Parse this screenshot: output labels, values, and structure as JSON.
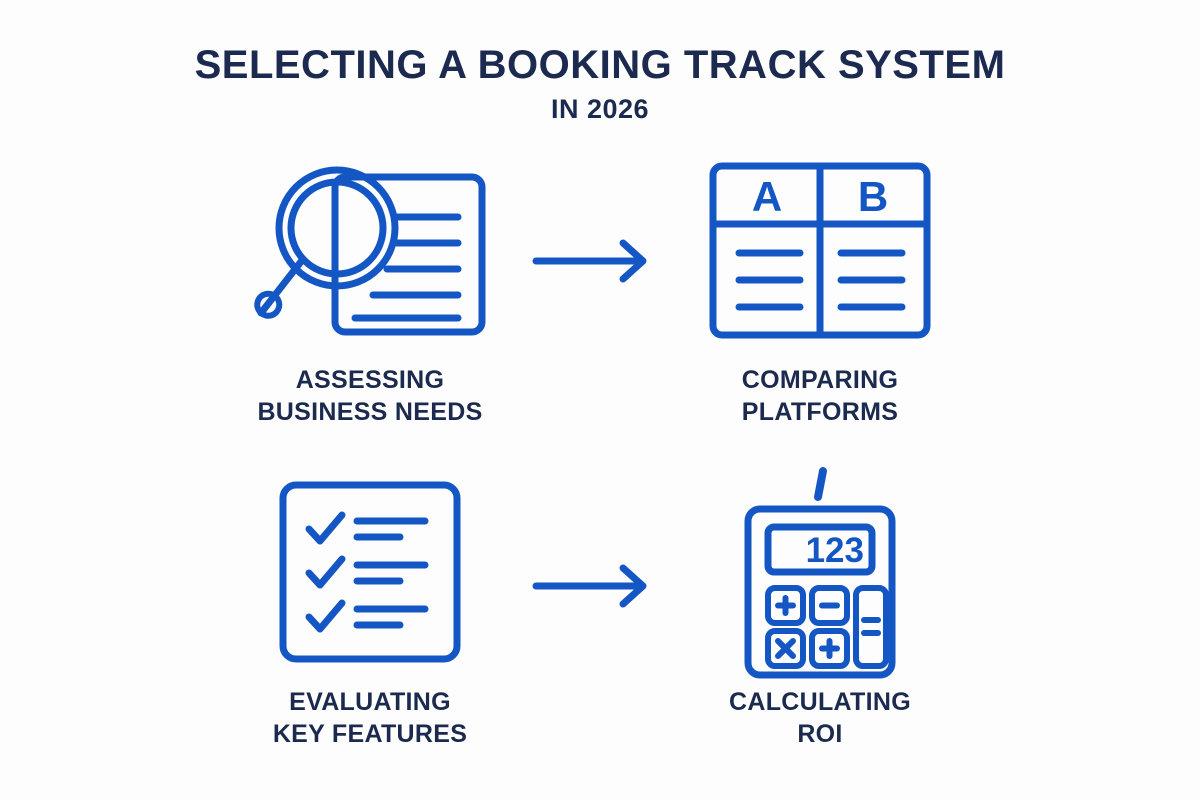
{
  "page": {
    "background_color": "#fdfdfd",
    "accent_blue": "#1457c4",
    "title_navy": "#1b2a4e"
  },
  "header": {
    "title": "SELECTING A BOOKING TRACK SYSTEM",
    "subtitle": "IN 2026"
  },
  "steps": [
    {
      "id": "assessing-business-needs",
      "label": "ASSESSING\nBUSINESS NEEDS",
      "icon": "magnifier-document-icon",
      "document_line_count": 5
    },
    {
      "id": "comparing-platforms",
      "label": "COMPARING\nPLATFORMS",
      "icon": "comparison-table-icon",
      "column_headers": [
        "A",
        "B"
      ],
      "row_count": 3
    },
    {
      "id": "evaluating-key-features",
      "label": "EVALUATING\nKEY FEATURES",
      "icon": "checklist-icon",
      "check_count": 3
    },
    {
      "id": "calculating-roi",
      "label": "CALCULATING\nROI",
      "icon": "calculator-icon",
      "display_value": "123",
      "keys": [
        "+",
        "−",
        "×",
        "+",
        "="
      ]
    }
  ],
  "arrows": [
    {
      "id": "arrow-assessing-to-comparing",
      "direction": "right"
    },
    {
      "id": "arrow-evaluating-to-calculating",
      "direction": "right"
    }
  ]
}
